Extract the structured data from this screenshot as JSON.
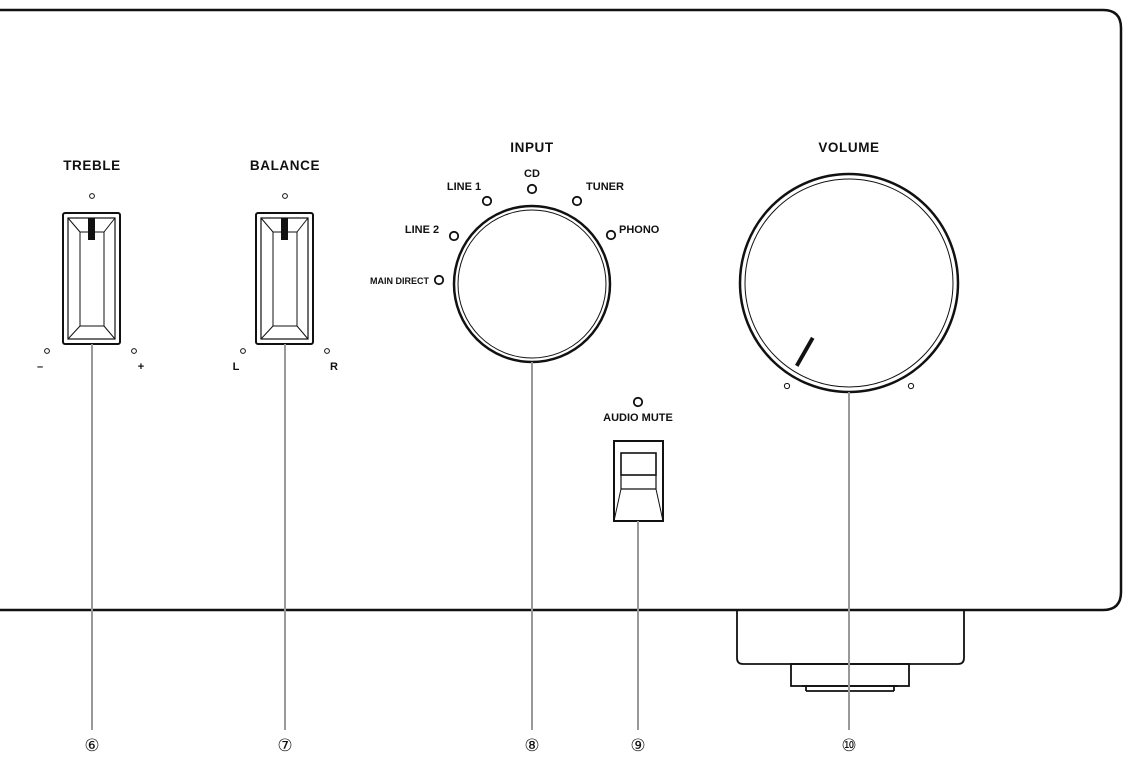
{
  "controls": {
    "treble": {
      "title": "TREBLE",
      "minus": "–",
      "plus": "+",
      "callout": "⑥"
    },
    "balance": {
      "title": "BALANCE",
      "left": "L",
      "right": "R",
      "callout": "⑦"
    },
    "input": {
      "title": "INPUT",
      "positions": [
        "MAIN DIRECT",
        "LINE 2",
        "LINE 1",
        "CD",
        "TUNER",
        "PHONO"
      ],
      "callout": "⑧"
    },
    "audio_mute": {
      "label": "AUDIO MUTE",
      "callout": "⑨"
    },
    "volume": {
      "title": "VOLUME",
      "callout": "⑩"
    }
  }
}
